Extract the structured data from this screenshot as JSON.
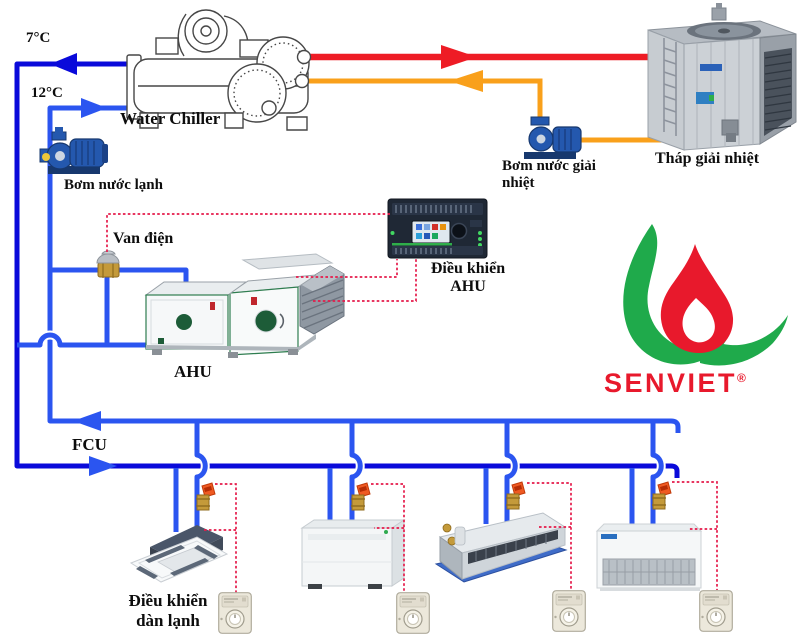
{
  "colors": {
    "pipe_dark_blue": "#0a0ada",
    "pipe_royal_blue": "#2b55f0",
    "pipe_red": "#ee1c25",
    "pipe_orange": "#f9a01b",
    "control_wire_red": "#e51a4a",
    "brand_red": "#e8192c",
    "brand_green": "#1faa4b"
  },
  "diagram": {
    "chiller": {
      "label": "Water Chiller",
      "supply_temp": "7°C",
      "return_temp": "12°C"
    },
    "chilled_pump": {
      "label": "Bơm nước lạnh"
    },
    "cooling_tower": {
      "label": "Tháp giải nhiệt"
    },
    "condenser_pump": {
      "label_line1": "Bơm nước giải",
      "label_line2": "nhiệt"
    },
    "valve": {
      "label": "Van điện"
    },
    "ahu": {
      "label": "AHU"
    },
    "ahu_controller": {
      "label_line1": "Điều khiển",
      "label_line2": "AHU"
    },
    "fcu": {
      "label": "FCU"
    },
    "fcu_controller": {
      "label_line1": "Điều khiển",
      "label_line2": "dàn lạnh"
    }
  },
  "brand": {
    "name": "SENVIET",
    "registered": "®"
  }
}
